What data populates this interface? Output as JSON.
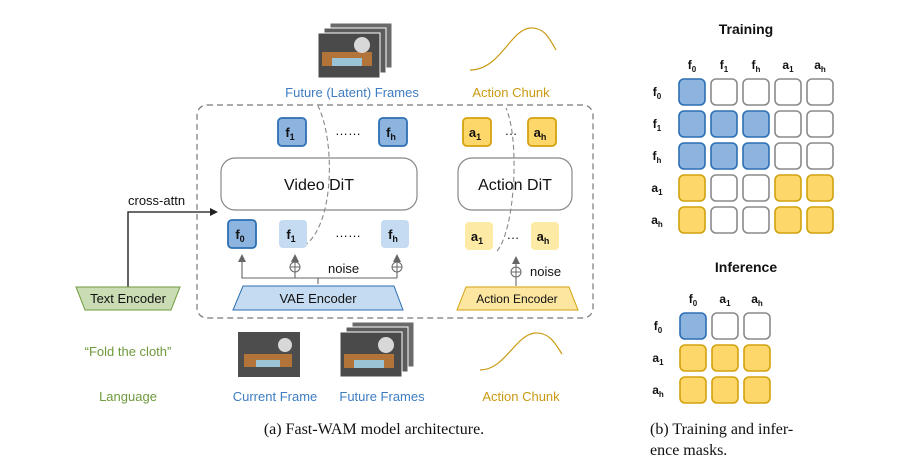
{
  "colors": {
    "blue_dark": "#2c6fb3",
    "blue_fill": "#8db4de",
    "blue_light": "#c5dbf1",
    "yellow_dark": "#d3a20f",
    "yellow_fill": "#fdd769",
    "yellow_light": "#fdeaa5",
    "green_label": "#6f9a3c",
    "blue_label": "#3e7cc2",
    "gold_label": "#c99a12"
  },
  "left": {
    "top_labels": {
      "future_frames": "Future (Latent) Frames",
      "action_chunk": "Action Chunk"
    },
    "top_tokens": {
      "f1": "f",
      "f1_sub": "1",
      "dots1": "……",
      "fh": "f",
      "fh_sub": "h",
      "a1": "a",
      "a1_sub": "1",
      "dots2": "…",
      "ah": "a",
      "ah_sub": "h"
    },
    "video_dit": "Video DiT",
    "action_dit": "Action DiT",
    "bottom_tokens": {
      "f0": "f",
      "f0_sub": "0",
      "f1": "f",
      "f1_sub": "1",
      "dots1": "……",
      "fh": "f",
      "fh_sub": "h",
      "a1": "a",
      "a1_sub": "1",
      "dots2": "…",
      "ah": "a",
      "ah_sub": "h"
    },
    "noise_label_1": "noise",
    "noise_label_2": "noise",
    "vae_encoder": "VAE Encoder",
    "action_encoder": "Action Encoder",
    "cross_attn": "cross-attn",
    "text_encoder": "Text Encoder",
    "instruction": "“Fold the cloth”",
    "language": "Language",
    "current_frame": "Current Frame",
    "future_frames": "Future Frames",
    "action_chunk_bottom": "Action Chunk",
    "caption": "(a) Fast-WAM model architecture."
  },
  "right": {
    "training_title": "Training",
    "inference_title": "Inference",
    "training_cols": [
      [
        "f",
        "0"
      ],
      [
        "f",
        "1"
      ],
      [
        "f",
        "h"
      ],
      [
        "a",
        "1"
      ],
      [
        "a",
        "h"
      ]
    ],
    "training_rows": [
      [
        "f",
        "0"
      ],
      [
        "f",
        "1"
      ],
      [
        "f",
        "h"
      ],
      [
        "a",
        "1"
      ],
      [
        "a",
        "h"
      ]
    ],
    "training_grid": [
      [
        "b",
        "w",
        "w",
        "w",
        "w"
      ],
      [
        "b",
        "b",
        "b",
        "w",
        "w"
      ],
      [
        "b",
        "b",
        "b",
        "w",
        "w"
      ],
      [
        "y",
        "w",
        "w",
        "y",
        "y"
      ],
      [
        "y",
        "w",
        "w",
        "y",
        "y"
      ]
    ],
    "inference_cols": [
      [
        "f",
        "0"
      ],
      [
        "a",
        "1"
      ],
      [
        "a",
        "h"
      ]
    ],
    "inference_rows": [
      [
        "f",
        "0"
      ],
      [
        "a",
        "1"
      ],
      [
        "a",
        "h"
      ]
    ],
    "inference_grid": [
      [
        "b",
        "w",
        "w"
      ],
      [
        "y",
        "y",
        "y"
      ],
      [
        "y",
        "y",
        "y"
      ]
    ],
    "caption_line1": "(b) Training and infer-",
    "caption_line2": "ence masks."
  }
}
